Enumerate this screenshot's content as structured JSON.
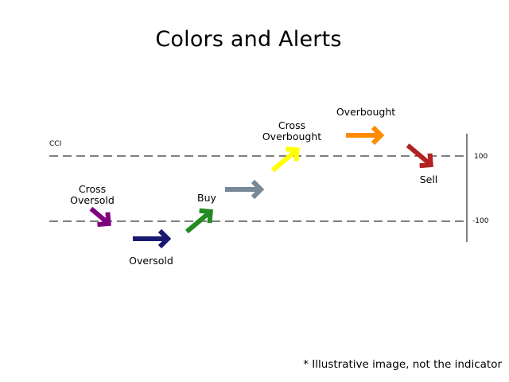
{
  "title": "Colors and Alerts",
  "indicator_label": "CCI",
  "levels": {
    "upper": "100",
    "lower": "-100"
  },
  "signals": [
    {
      "id": "cross-oversold",
      "line1": "Cross",
      "line2": "Oversold",
      "color": "#800080",
      "direction": "down-right"
    },
    {
      "id": "oversold",
      "line1": "Oversold",
      "color": "#191970",
      "direction": "right"
    },
    {
      "id": "buy",
      "line1": "Buy",
      "color": "#228b22",
      "direction": "up-right"
    },
    {
      "id": "neutral",
      "color": "#778899",
      "direction": "right"
    },
    {
      "id": "cross-overbought",
      "line1": "Cross",
      "line2": "Overbought",
      "color": "#ffff00",
      "direction": "up-right"
    },
    {
      "id": "overbought",
      "line1": "Overbought",
      "color": "#ff8c00",
      "direction": "right"
    },
    {
      "id": "sell",
      "line1": "Sell",
      "color": "#b22222",
      "direction": "down-right"
    }
  ],
  "footnote": "* Illustrative image, not the indicator"
}
